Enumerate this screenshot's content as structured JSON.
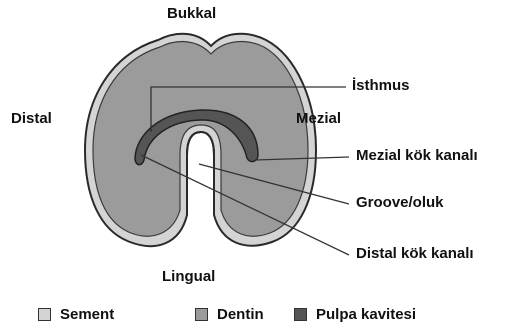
{
  "orientation": {
    "top": "Bukkal",
    "left": "Distal",
    "right": "Mezial",
    "bottom": "Lingual"
  },
  "callouts": {
    "isthmus": "İsthmus",
    "mesial_canal": "Mezial kök kanalı",
    "groove": "Groove/oluk",
    "distal_canal": "Distal kök kanalı"
  },
  "legend": [
    {
      "label": "Sement",
      "color": "#d4d4d4"
    },
    {
      "label": "Dentin",
      "color": "#9b9b9b"
    },
    {
      "label": "Pulpa kavitesi",
      "color": "#555555"
    }
  ],
  "colors": {
    "sement": "#d4d4d4",
    "dentin": "#9b9b9b",
    "pulpa": "#555555",
    "outline": "#2a2a2a"
  }
}
